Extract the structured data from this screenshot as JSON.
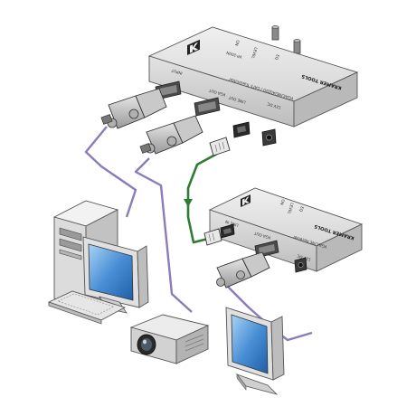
{
  "transmitter": {
    "model": "VP-200N",
    "brand": "KRAMER TOOLS",
    "subtitle": "VGA/LINE/AUDIO / CAT5 Transmitter",
    "in_label": "INPUT",
    "vga_out_label": "VGA OUT",
    "line_out_label": "LINE OUT",
    "power_label": "12V DC",
    "eq_label": "EQ",
    "level_label": "LEVEL",
    "on_label": "ON"
  },
  "receiver": {
    "brand": "KRAMER TOOLS",
    "subtitle": "VGA/LINE Receiver",
    "line_in_label": "LINE IN",
    "vga_out_label": "VGA OUT",
    "power_label": "12V DC",
    "eq_label": "EQ",
    "level_label": "LEVEL",
    "on_label": "ON"
  },
  "colors": {
    "vga_cable": "#8b7bb8",
    "cat5_cable": "#2e7d32",
    "device_body": "#d9d9d9",
    "monitor_screen": "#4a8fd6"
  }
}
